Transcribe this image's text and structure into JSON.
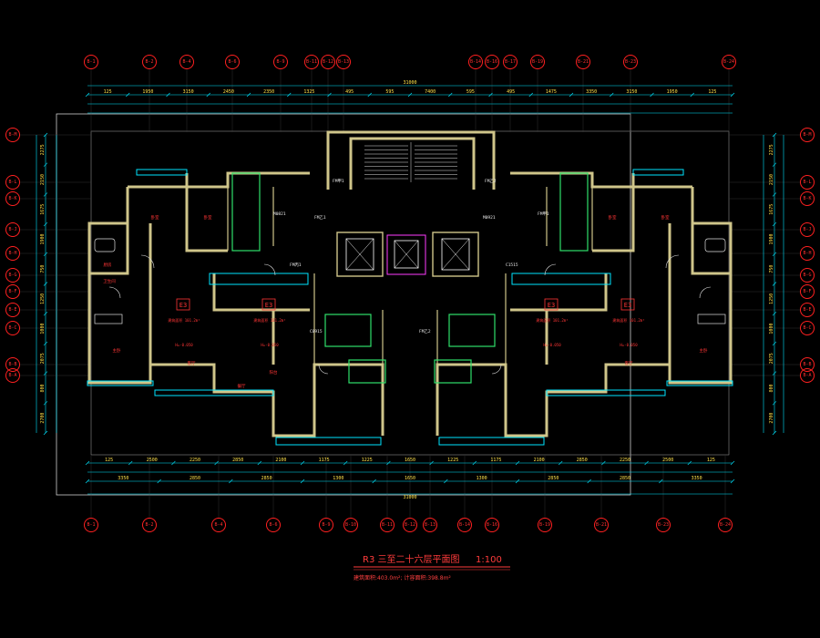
{
  "drawing": {
    "title": "R3 三至二十六层平面图",
    "scale": "1:100",
    "area_note": "建筑面积:403.0m²; 计容面积:398.8m²"
  },
  "axes_top": [
    "B-1",
    "B-2",
    "B-4",
    "B-6",
    "B-9",
    "B-11",
    "B-12",
    "B-13",
    "B-14",
    "B-16",
    "B-17",
    "B-19",
    "B-21",
    "B-23",
    "B-24"
  ],
  "axes_bottom": [
    "B-1",
    "B-2",
    "B-4",
    "B-6",
    "B-9",
    "B-10",
    "B-11",
    "B-12",
    "B-13",
    "B-14",
    "B-16",
    "B-19",
    "B-21",
    "B-23",
    "B-24"
  ],
  "axes_left": [
    "B-M",
    "B-L",
    "B-K",
    "B-J",
    "B-H",
    "B-G",
    "B-F",
    "B-E",
    "B-C",
    "B-B",
    "B-A"
  ],
  "axes_right": [
    "B-M",
    "B-L",
    "B-K",
    "B-J",
    "B-H",
    "B-G",
    "B-F",
    "B-E",
    "B-C",
    "B-B",
    "B-A"
  ],
  "dims": {
    "top_total": "31000",
    "top_row1": [
      "125",
      "1950",
      "3150",
      "2450",
      "2350",
      "1325",
      "495",
      "595",
      "7400",
      "595",
      "495",
      "1475",
      "3350",
      "3150",
      "1950",
      "125"
    ],
    "bottom_row1": [
      "125",
      "2500",
      "2250",
      "2850",
      "2100",
      "1175",
      "1225",
      "1650",
      "1225",
      "1175",
      "2100",
      "2850",
      "2250",
      "2500",
      "125"
    ],
    "bottom_row2": [
      "3350",
      "2850",
      "2850",
      "1300",
      "1650",
      "1300",
      "2850",
      "2850",
      "3350"
    ],
    "bottom_total": "31000",
    "left": [
      "2275",
      "2150",
      "1675",
      "1900",
      "750",
      "1250",
      "1000",
      "2075",
      "800",
      "2700"
    ],
    "right": [
      "2275",
      "2150",
      "1675",
      "1900",
      "750",
      "1250",
      "1000",
      "2075",
      "800",
      "2700"
    ]
  },
  "units": [
    {
      "code": "E3",
      "area": "建筑面积 101.2m²",
      "height": "H=-0.050"
    },
    {
      "code": "E3",
      "area": "建筑面积 101.2m²",
      "height": "H=-0.050"
    },
    {
      "code": "E3",
      "area": "建筑面积 101.2m²",
      "height": "H=-0.050"
    },
    {
      "code": "E3",
      "area": "建筑面积 101.2m²",
      "height": "H=-0.050"
    }
  ],
  "rooms": [
    "卧室",
    "卧室",
    "客厅",
    "餐厅",
    "厨房",
    "卫生间",
    "主卧",
    "阳台",
    "卧室",
    "卧室",
    "客厅",
    "主卧"
  ],
  "tags": [
    "FM甲1",
    "FM乙1",
    "FM丙1",
    "FM乙2",
    "M0921",
    "M0821",
    "C1515",
    "C0915",
    "FM甲1",
    "FM乙2"
  ]
}
